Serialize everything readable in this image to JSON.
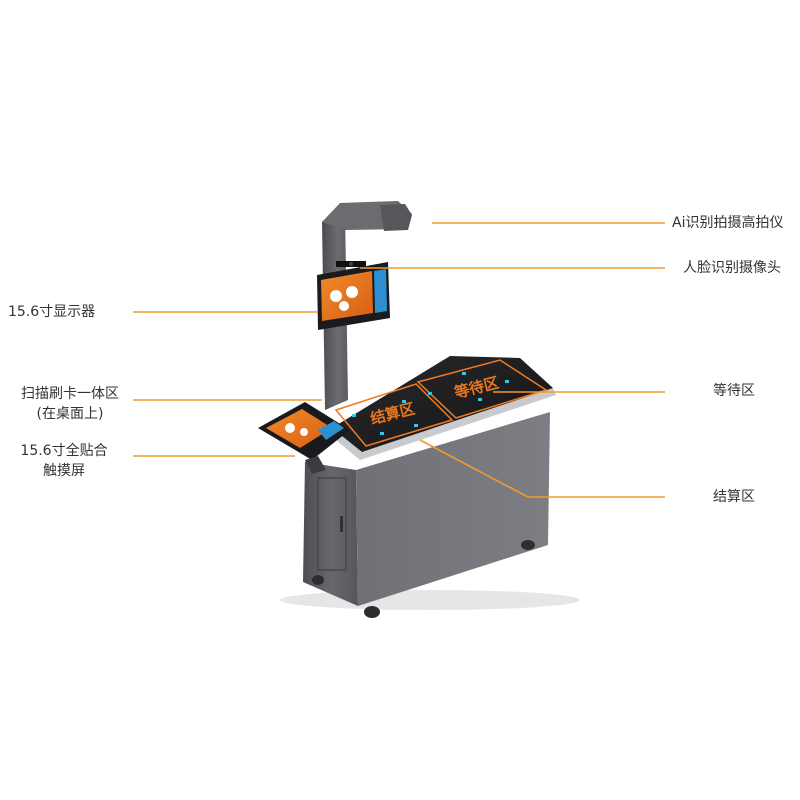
{
  "labels": {
    "ai_camera": "Ai识别拍摄高拍仪",
    "face_camera": "人脸识别摄像头",
    "display": "15.6寸显示器",
    "scan_zone_1": "扫描刷卡一体区",
    "scan_zone_2": "(在桌面上)",
    "touchscreen_1": "15.6寸全贴合",
    "touchscreen_2": "触摸屏",
    "waiting_zone": "等待区",
    "checkout_zone": "结算区"
  },
  "tabletop": {
    "checkout_text": "结算区",
    "waiting_text": "等待区"
  },
  "colors": {
    "leader": "#f39a2e",
    "body": "#5f6165",
    "tabletop": "#1d1d1f",
    "screen_accent": "#e8741c"
  }
}
